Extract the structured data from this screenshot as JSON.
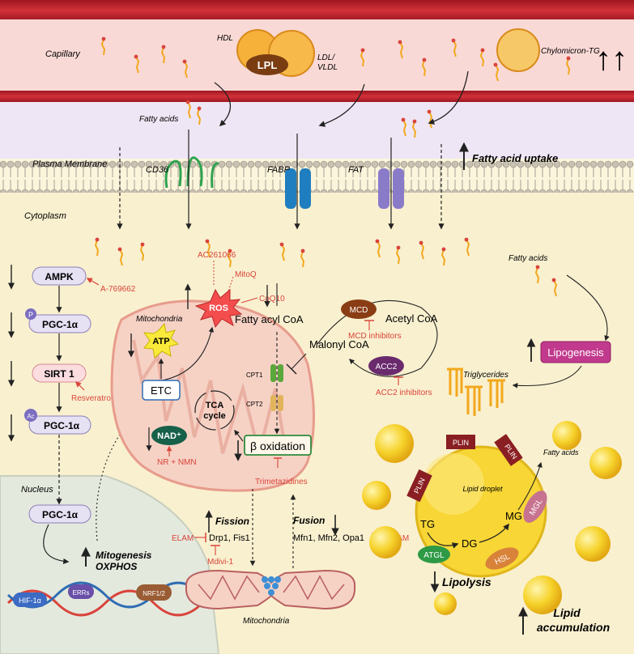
{
  "compartments": {
    "capillary": "Capillary",
    "plasma_membrane": "Plasma Membrane",
    "cytoplasm": "Cytoplasm",
    "nucleus": "Nucleus"
  },
  "vessel": {
    "hdl": "HDL",
    "lpl": "LPL",
    "ldl_vldl_1": "LDL/",
    "ldl_vldl_2": "VLDL",
    "chylomicron": "Chylomicron-TG",
    "capillary_change": "↑↑"
  },
  "membrane": {
    "fatty_acids": "Fatty acids",
    "cd36": "CD36",
    "fabp": "FABP",
    "fat": "FAT",
    "uptake": "Fatty acid uptake"
  },
  "signaling": {
    "ampk": "AMPK",
    "a769662": "A-769662",
    "pgc1a": "PGC-1α",
    "p_badge": "P",
    "ac_badge": "Ac",
    "sirt1": "SIRT 1",
    "resveratrol": "Resveratrol",
    "nucleus_pgc1a": "PGC-1α",
    "mitogenesis": "Mitogenesis",
    "oxphos": "OXPHOS",
    "hif1a": "HIF-1α",
    "errs": "ERRs",
    "nrf": "NRF1/2"
  },
  "mito": {
    "label": "Mitochondria",
    "atp": "ATP",
    "ros": "ROS",
    "ac261066": "AC261066",
    "mitoq": "MitoQ",
    "coq10": "CoQ10",
    "etc": "ETC",
    "tca_1": "TCA",
    "tca_2": "cycle",
    "nad": "NAD⁺",
    "nr_nmn": "NR + NMN",
    "cpt1": "CPT1",
    "cpt2": "CPT2",
    "beta_ox": "β oxidation",
    "trimetazidines": "Trimetazidines",
    "fatty_acyl_coa": "Fatty acyl CoA"
  },
  "malonyl": {
    "mcd": "MCD",
    "acetyl_coa": "Acetyl CoA",
    "malonyl_coa": "Malonyl CoA",
    "mcd_inhibitors": "MCD inhibitors",
    "acc2": "ACC2",
    "acc2_inhibitors": "ACC2 inhibitors"
  },
  "dynamics": {
    "fission": "Fission",
    "drp1": "Drp1, Fis1",
    "elam_left": "ELAM",
    "mdivi": "Mdivi-1",
    "fusion": "Fusion",
    "mfn": "Mfn1, Mfn2, Opa1",
    "elam_right": "ELAM",
    "mito_bottom": "Mitochondria"
  },
  "lipid": {
    "fatty_acids_top": "Fatty acids",
    "lipogenesis": "Lipogenesis",
    "triglycerides": "Triglycerides",
    "fatty_acids_droplet": "Fatty acids",
    "plin": "PLIN",
    "droplet": "Lipid droplet",
    "mgl": "MGL",
    "tg": "TG",
    "mg": "MG",
    "dg": "DG",
    "atgl": "ATGL",
    "hsl": "HSL",
    "lipolysis": "Lipolysis",
    "accum_1": "Lipid",
    "accum_2": "accumulation"
  },
  "colors": {
    "vessel": "#c0212a",
    "membrane_band": "#efe6f5",
    "cytoplasm": "#fbf5dc",
    "mito_fill": "#f6d2c5",
    "inhibitor": "#d9443b",
    "lipogenesis": "#c13a8d"
  }
}
